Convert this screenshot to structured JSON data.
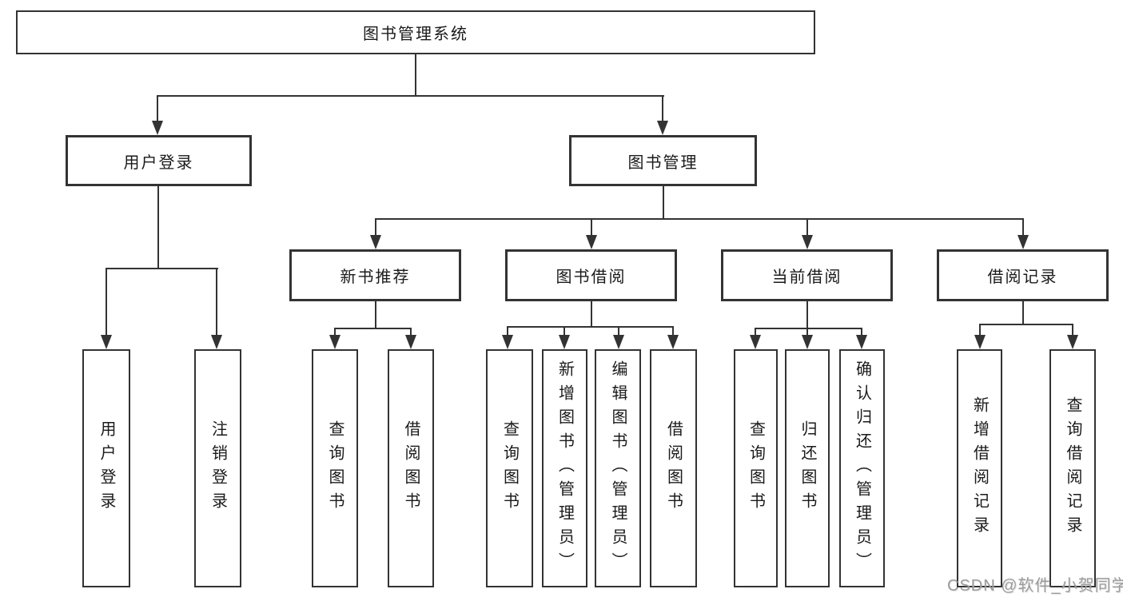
{
  "page": {
    "background": "#ffffff"
  },
  "colors": {
    "line": "#333333",
    "box_border": "#333333",
    "box_fill": "#ffffff",
    "text": "#1a1a1a",
    "watermark": "#9c9c9c"
  },
  "watermark": {
    "text": "CSDN @软件_小贺同学"
  },
  "diagram": {
    "title_node": {
      "label": "图书管理系统"
    },
    "branches": [
      {
        "label": "用户登录",
        "children": [
          {
            "label": "用户登录"
          },
          {
            "label": "注销登录"
          }
        ]
      },
      {
        "label": "图书管理",
        "children": [
          {
            "label": "新书推荐",
            "children": [
              {
                "label": "查询图书"
              },
              {
                "label": "借阅图书"
              }
            ]
          },
          {
            "label": "图书借阅",
            "children": [
              {
                "label": "查询图书"
              },
              {
                "label": "新增图书（管理员）"
              },
              {
                "label": "编辑图书（管理员）"
              },
              {
                "label": "借阅图书"
              }
            ]
          },
          {
            "label": "当前借阅",
            "children": [
              {
                "label": "查询图书"
              },
              {
                "label": "归还图书"
              },
              {
                "label": "确认归还（管理员）"
              }
            ]
          },
          {
            "label": "借阅记录",
            "children": [
              {
                "label": "新增借阅记录"
              },
              {
                "label": "查询借阅记录"
              }
            ]
          }
        ]
      }
    ]
  }
}
